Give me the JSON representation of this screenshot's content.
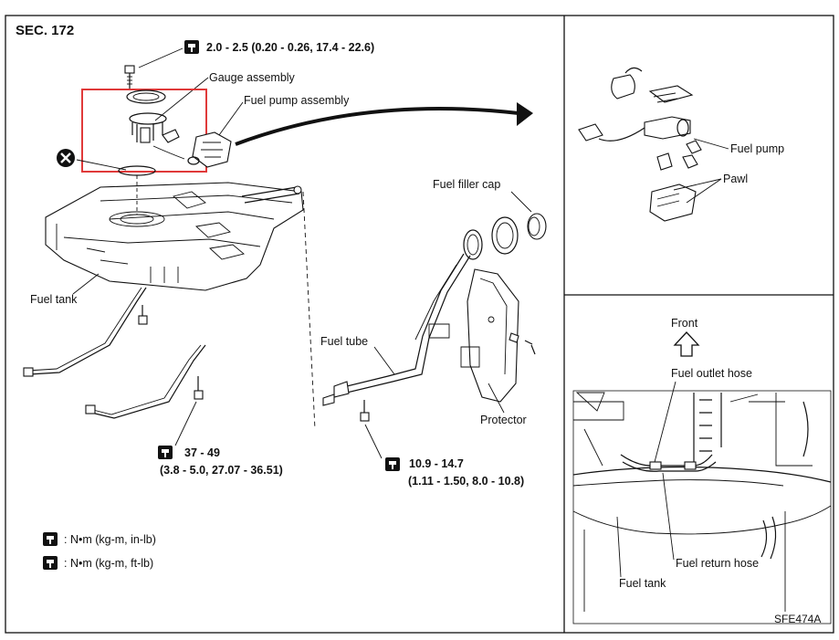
{
  "section": "SEC. 172",
  "torque_top": "2.0 - 2.5 (0.20 - 0.26, 17.4 - 22.6)",
  "torque_left": {
    "line1": "37 - 49",
    "line2": "(3.8 - 5.0, 27.07 - 36.51)"
  },
  "torque_right": {
    "line1": "10.9 - 14.7",
    "line2": "(1.11 - 1.50, 8.0 - 10.8)"
  },
  "legend": {
    "inlb": ": N•m (kg-m, in-lb)",
    "ftlb": ": N•m (kg-m, ft-lb)"
  },
  "labels": {
    "gauge_assembly": "Gauge assembly",
    "fuel_pump_assembly": "Fuel pump assembly",
    "fuel_filler_cap": "Fuel filler cap",
    "fuel_tank": "Fuel tank",
    "fuel_tube": "Fuel tube",
    "protector": "Protector",
    "fuel_pump": "Fuel pump",
    "pawl": "Pawl",
    "front": "Front",
    "fuel_outlet_hose": "Fuel outlet hose",
    "fuel_return_hose": "Fuel return hose",
    "fuel_tank_lower": "Fuel tank"
  },
  "figure_code": "SFE474A",
  "icons": {
    "torque_inlb": "torque-wrench-icon",
    "torque_ftlb": "torque-wrench-icon",
    "do_not_reuse": "do-not-reuse-icon",
    "highlight": "red-highlight-box"
  },
  "colors": {
    "highlight": "#e03a3a",
    "ink": "#111111"
  }
}
